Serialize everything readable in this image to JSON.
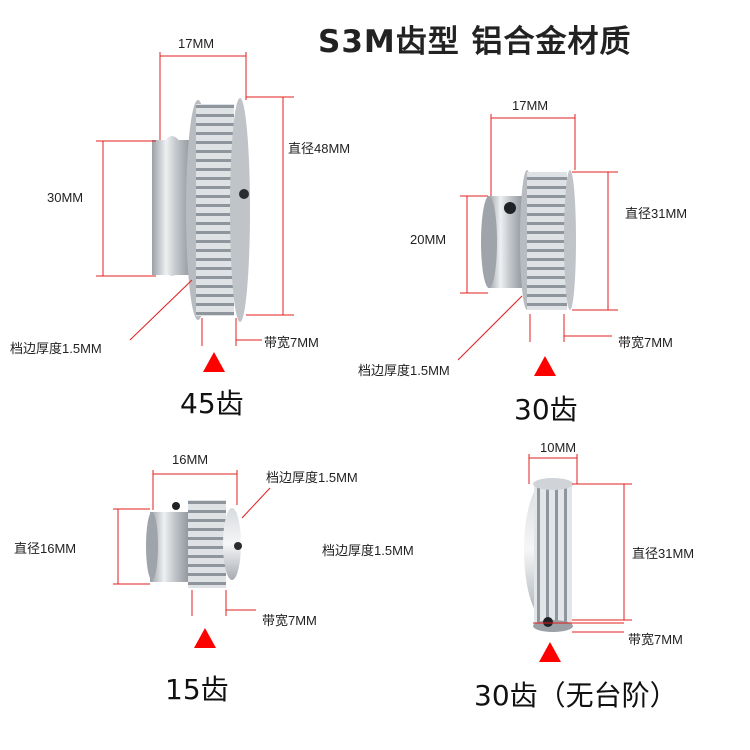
{
  "title": "S3M齿型 铝合金材质",
  "colors": {
    "dimension_line": "#e31c1c",
    "marker": "#ff0000",
    "aluminum": "#c9ccd0"
  },
  "pulleys": [
    {
      "width": "17MM",
      "height": "30MM",
      "diameter": "直径48MM",
      "flange": "档边厚度1.5MM",
      "belt": "带宽7MM",
      "teeth": "45齿"
    },
    {
      "width": "17MM",
      "height": "20MM",
      "diameter": "直径31MM",
      "flange": "档边厚度1.5MM",
      "belt": "带宽7MM",
      "teeth": "30齿"
    },
    {
      "width": "16MM",
      "diameter": "直径16MM",
      "flange": "档边厚度1.5MM",
      "flange_side": "档边厚度1.5MM",
      "belt": "带宽7MM",
      "teeth": "15齿"
    },
    {
      "width": "10MM",
      "diameter": "直径31MM",
      "belt": "带宽7MM",
      "teeth": "30齿（无台阶）"
    }
  ]
}
